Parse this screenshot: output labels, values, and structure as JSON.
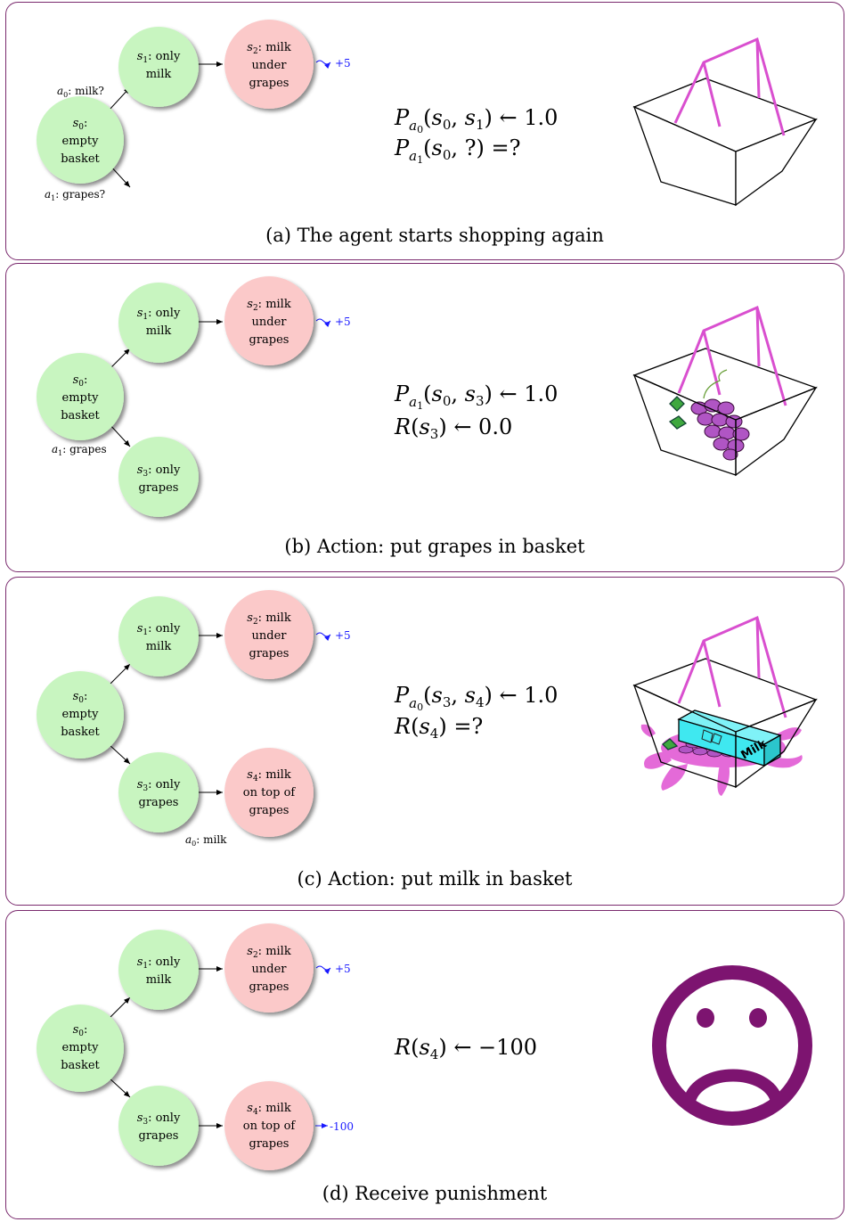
{
  "panels": [
    {
      "caption": "(a) The agent starts shopping again",
      "edge_labels": {
        "a0": "milk?",
        "a1": "grapes?"
      },
      "reward_s2": "+5",
      "equations": [
        "P_{a0}(s0, s1) ← 1.0",
        "P_{a1}(s0, ?) =?"
      ],
      "image": "empty-basket"
    },
    {
      "caption": "(b) Action: put grapes in basket",
      "edge_labels": {
        "a1": "grapes"
      },
      "reward_s2": "+5",
      "equations": [
        "P_{a1}(s0, s3) ← 1.0",
        "R(s3) ← 0.0"
      ],
      "image": "basket-with-grapes"
    },
    {
      "caption": "(c) Action: put milk in basket",
      "edge_labels": {
        "a0": "milk"
      },
      "reward_s2": "+5",
      "equations": [
        "P_{a0}(s3, s4) ← 1.0",
        "R(s4) =?"
      ],
      "image": "basket-milk-crushed-grapes",
      "milk_box_label": "Milk"
    },
    {
      "caption": "(d) Receive punishment",
      "reward_s2": "+5",
      "reward_s4": "-100",
      "equations": [
        "R(s4) ← −100"
      ],
      "image": "sad-face"
    }
  ],
  "nodes": {
    "s0": [
      "empty",
      "basket"
    ],
    "s1": [
      "only",
      "milk"
    ],
    "s2": [
      "milk",
      "under",
      "grapes"
    ],
    "s3": [
      "only",
      "grapes"
    ],
    "s4": [
      "milk",
      "on top of",
      "grapes"
    ]
  },
  "colors": {
    "node_green": "#c8f5c0",
    "node_red": "#fbc9c9",
    "panel_border": "#7a2a6e",
    "handle": "#d94fcf",
    "grapes": "#b055c4",
    "milk": "#3fe8f0",
    "splash": "#e46ad8",
    "sad_face": "#7d1470",
    "reward": "#1a1aff"
  }
}
